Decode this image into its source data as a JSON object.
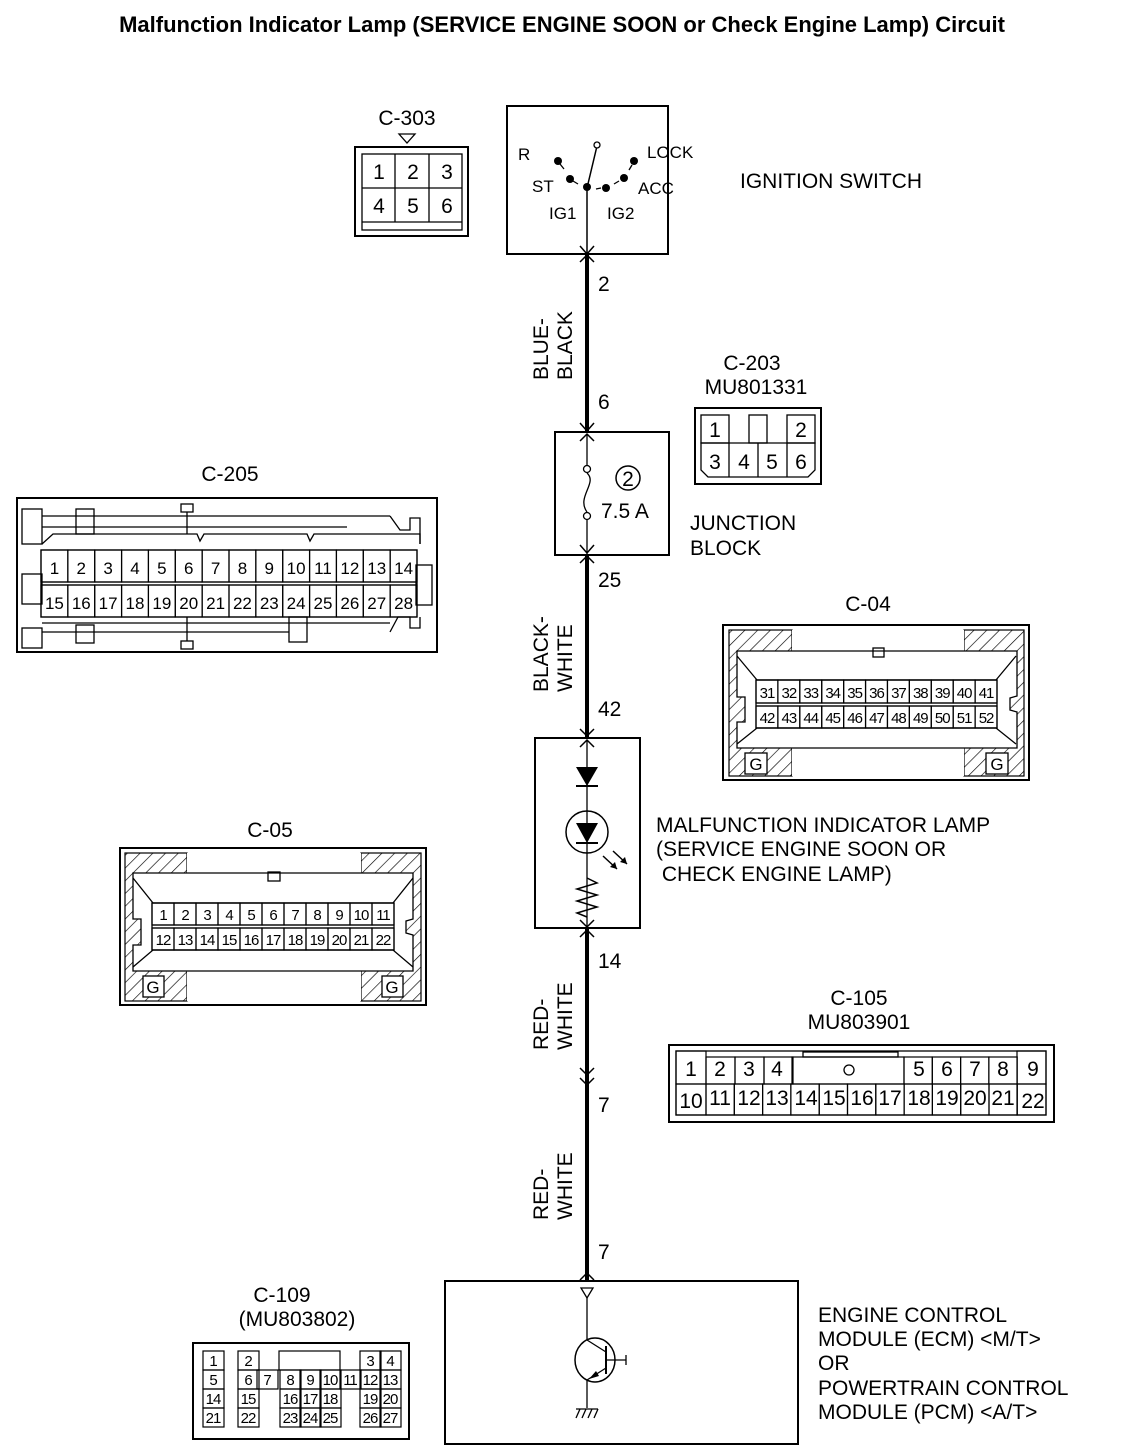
{
  "title": "Malfunction Indicator Lamp (SERVICE ENGINE SOON or Check Engine Lamp) Circuit",
  "components": {
    "ignition_switch": {
      "label": "IGNITION SWITCH",
      "positions": {
        "r": "R",
        "st": "ST",
        "ig1": "IG1",
        "ig2": "IG2",
        "acc": "ACC",
        "lock": "LOCK"
      }
    },
    "junction_block": {
      "label_line1": "JUNCTION",
      "label_line2": "BLOCK",
      "fuse_number": "2",
      "fuse_rating": "7.5 A"
    },
    "mil": {
      "label_line1": "MALFUNCTION INDICATOR LAMP",
      "label_line2": "(SERVICE ENGINE SOON OR",
      "label_line3": " CHECK ENGINE LAMP)"
    },
    "ecm": {
      "label_line1": "ENGINE CONTROL",
      "label_line2": "MODULE (ECM) <M/T>",
      "label_line3": "OR",
      "label_line4": "POWERTRAIN CONTROL",
      "label_line5": "MODULE (PCM) <A/T>"
    }
  },
  "wires": [
    {
      "from_pin": "2",
      "to_pin": "6",
      "color_line1": "BLUE-",
      "color_line2": "BLACK"
    },
    {
      "from_pin": "25",
      "to_pin": "42",
      "color_line1": "BLACK-",
      "color_line2": "WHITE"
    },
    {
      "from_pin": "14",
      "to_pin": "7",
      "color_line1": "RED-",
      "color_line2": "WHITE"
    },
    {
      "from_pin": "7",
      "to_pin": "7",
      "color_line1": "RED-",
      "color_line2": "WHITE"
    }
  ],
  "connectors": {
    "c303": {
      "name": "C-303",
      "pins": [
        "1",
        "2",
        "3",
        "4",
        "5",
        "6"
      ]
    },
    "c203": {
      "name": "C-203",
      "part": "MU801331",
      "pins": [
        "1",
        "2",
        "3",
        "4",
        "5",
        "6"
      ]
    },
    "c205": {
      "name": "C-205",
      "row1": [
        "1",
        "2",
        "3",
        "4",
        "5",
        "6",
        "7",
        "8",
        "9",
        "10",
        "11",
        "12",
        "13",
        "14"
      ],
      "row2": [
        "15",
        "16",
        "17",
        "18",
        "19",
        "20",
        "21",
        "22",
        "23",
        "24",
        "25",
        "26",
        "27",
        "28"
      ]
    },
    "c04": {
      "name": "C-04",
      "row1": [
        "31",
        "32",
        "33",
        "34",
        "35",
        "36",
        "37",
        "38",
        "39",
        "40",
        "41"
      ],
      "row2": [
        "42",
        "43",
        "44",
        "45",
        "46",
        "47",
        "48",
        "49",
        "50",
        "51",
        "52"
      ],
      "ground_label": "G"
    },
    "c05": {
      "name": "C-05",
      "row1": [
        "1",
        "2",
        "3",
        "4",
        "5",
        "6",
        "7",
        "8",
        "9",
        "10",
        "11"
      ],
      "row2": [
        "12",
        "13",
        "14",
        "15",
        "16",
        "17",
        "18",
        "19",
        "20",
        "21",
        "22"
      ],
      "ground_label": "G"
    },
    "c105": {
      "name": "C-105",
      "part": "MU803901",
      "row1": [
        "1",
        "2",
        "3",
        "4",
        "5",
        "6",
        "7",
        "8",
        "9"
      ],
      "row2": [
        "10",
        "11",
        "12",
        "13",
        "14",
        "15",
        "16",
        "17",
        "18",
        "19",
        "20",
        "21",
        "22"
      ]
    },
    "c109": {
      "name": "C-109",
      "part": "(MU803802)",
      "pins": [
        "1",
        "2",
        "3",
        "4",
        "5",
        "6",
        "7",
        "8",
        "9",
        "10",
        "11",
        "12",
        "13",
        "14",
        "15",
        "16",
        "17",
        "18",
        "19",
        "20",
        "21",
        "22",
        "23",
        "24",
        "25",
        "26",
        "27"
      ]
    }
  }
}
